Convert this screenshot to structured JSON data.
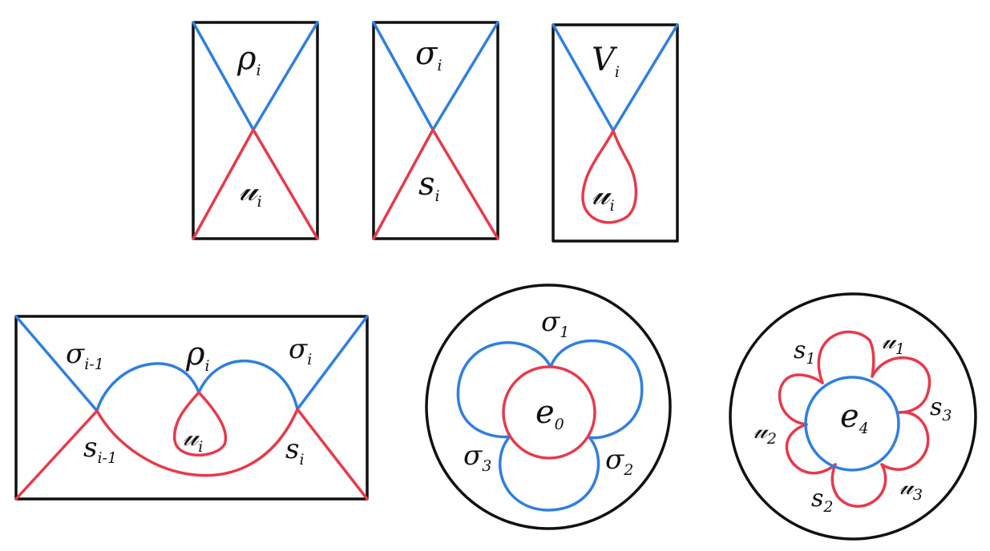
{
  "colors": {
    "blue": "#2f7fe0",
    "red": "#e8394a",
    "black": "#111111"
  },
  "panels": {
    "rho_u": {
      "top": {
        "base": "ρ",
        "sub": "i"
      },
      "bottom": {
        "base": "𝓊",
        "sub": "i"
      }
    },
    "sigma_s": {
      "top": {
        "base": "σ",
        "sub": "i"
      },
      "bottom": {
        "base": "s",
        "sub": "i"
      }
    },
    "v_u": {
      "top": {
        "base": "V",
        "sub": "i"
      },
      "loop": {
        "base": "𝓊",
        "sub": "i"
      }
    },
    "wide": {
      "sigma_prev": {
        "base": "σ",
        "sub": "i-1"
      },
      "rho": {
        "base": "ρ",
        "sub": "i"
      },
      "sigma": {
        "base": "σ",
        "sub": "i"
      },
      "u": {
        "base": "𝓊",
        "sub": "i"
      },
      "s_prev": {
        "base": "s",
        "sub": "i-1"
      },
      "s": {
        "base": "s",
        "sub": "i"
      }
    },
    "circle_e0": {
      "center": {
        "base": "e",
        "sub": "0"
      },
      "petals": [
        {
          "base": "σ",
          "sub": "1"
        },
        {
          "base": "σ",
          "sub": "2"
        },
        {
          "base": "σ",
          "sub": "3"
        }
      ]
    },
    "circle_e4": {
      "center": {
        "base": "e",
        "sub": "4"
      },
      "petals": [
        {
          "base": "s",
          "sub": "1"
        },
        {
          "base": "𝓊",
          "sub": "1"
        },
        {
          "base": "s",
          "sub": "3"
        },
        {
          "base": "𝓊",
          "sub": "3"
        },
        {
          "base": "s",
          "sub": "2"
        },
        {
          "base": "𝓊",
          "sub": "2"
        }
      ]
    }
  }
}
